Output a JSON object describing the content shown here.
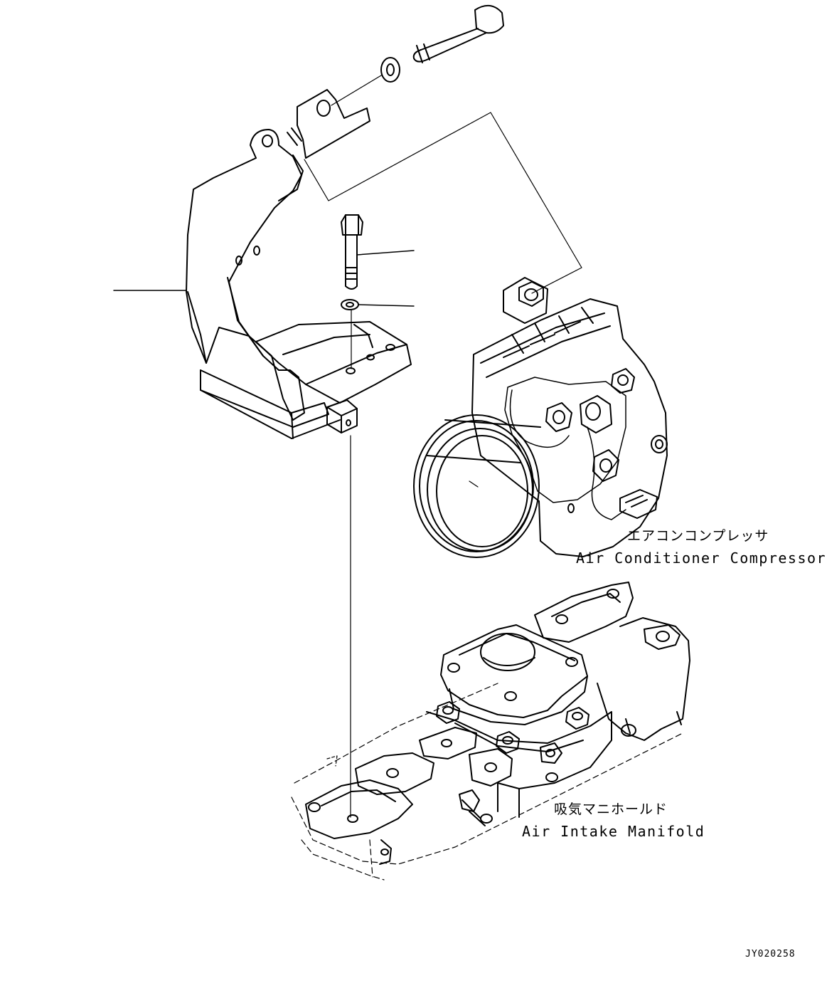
{
  "labels": {
    "compressor_jp": "エアコンコンプレッサ",
    "compressor_en": "Air Conditioner Compressor",
    "manifold_jp": "吸気マニホールド",
    "manifold_en": "Air Intake Manifold",
    "drawing_code": "JY020258"
  }
}
